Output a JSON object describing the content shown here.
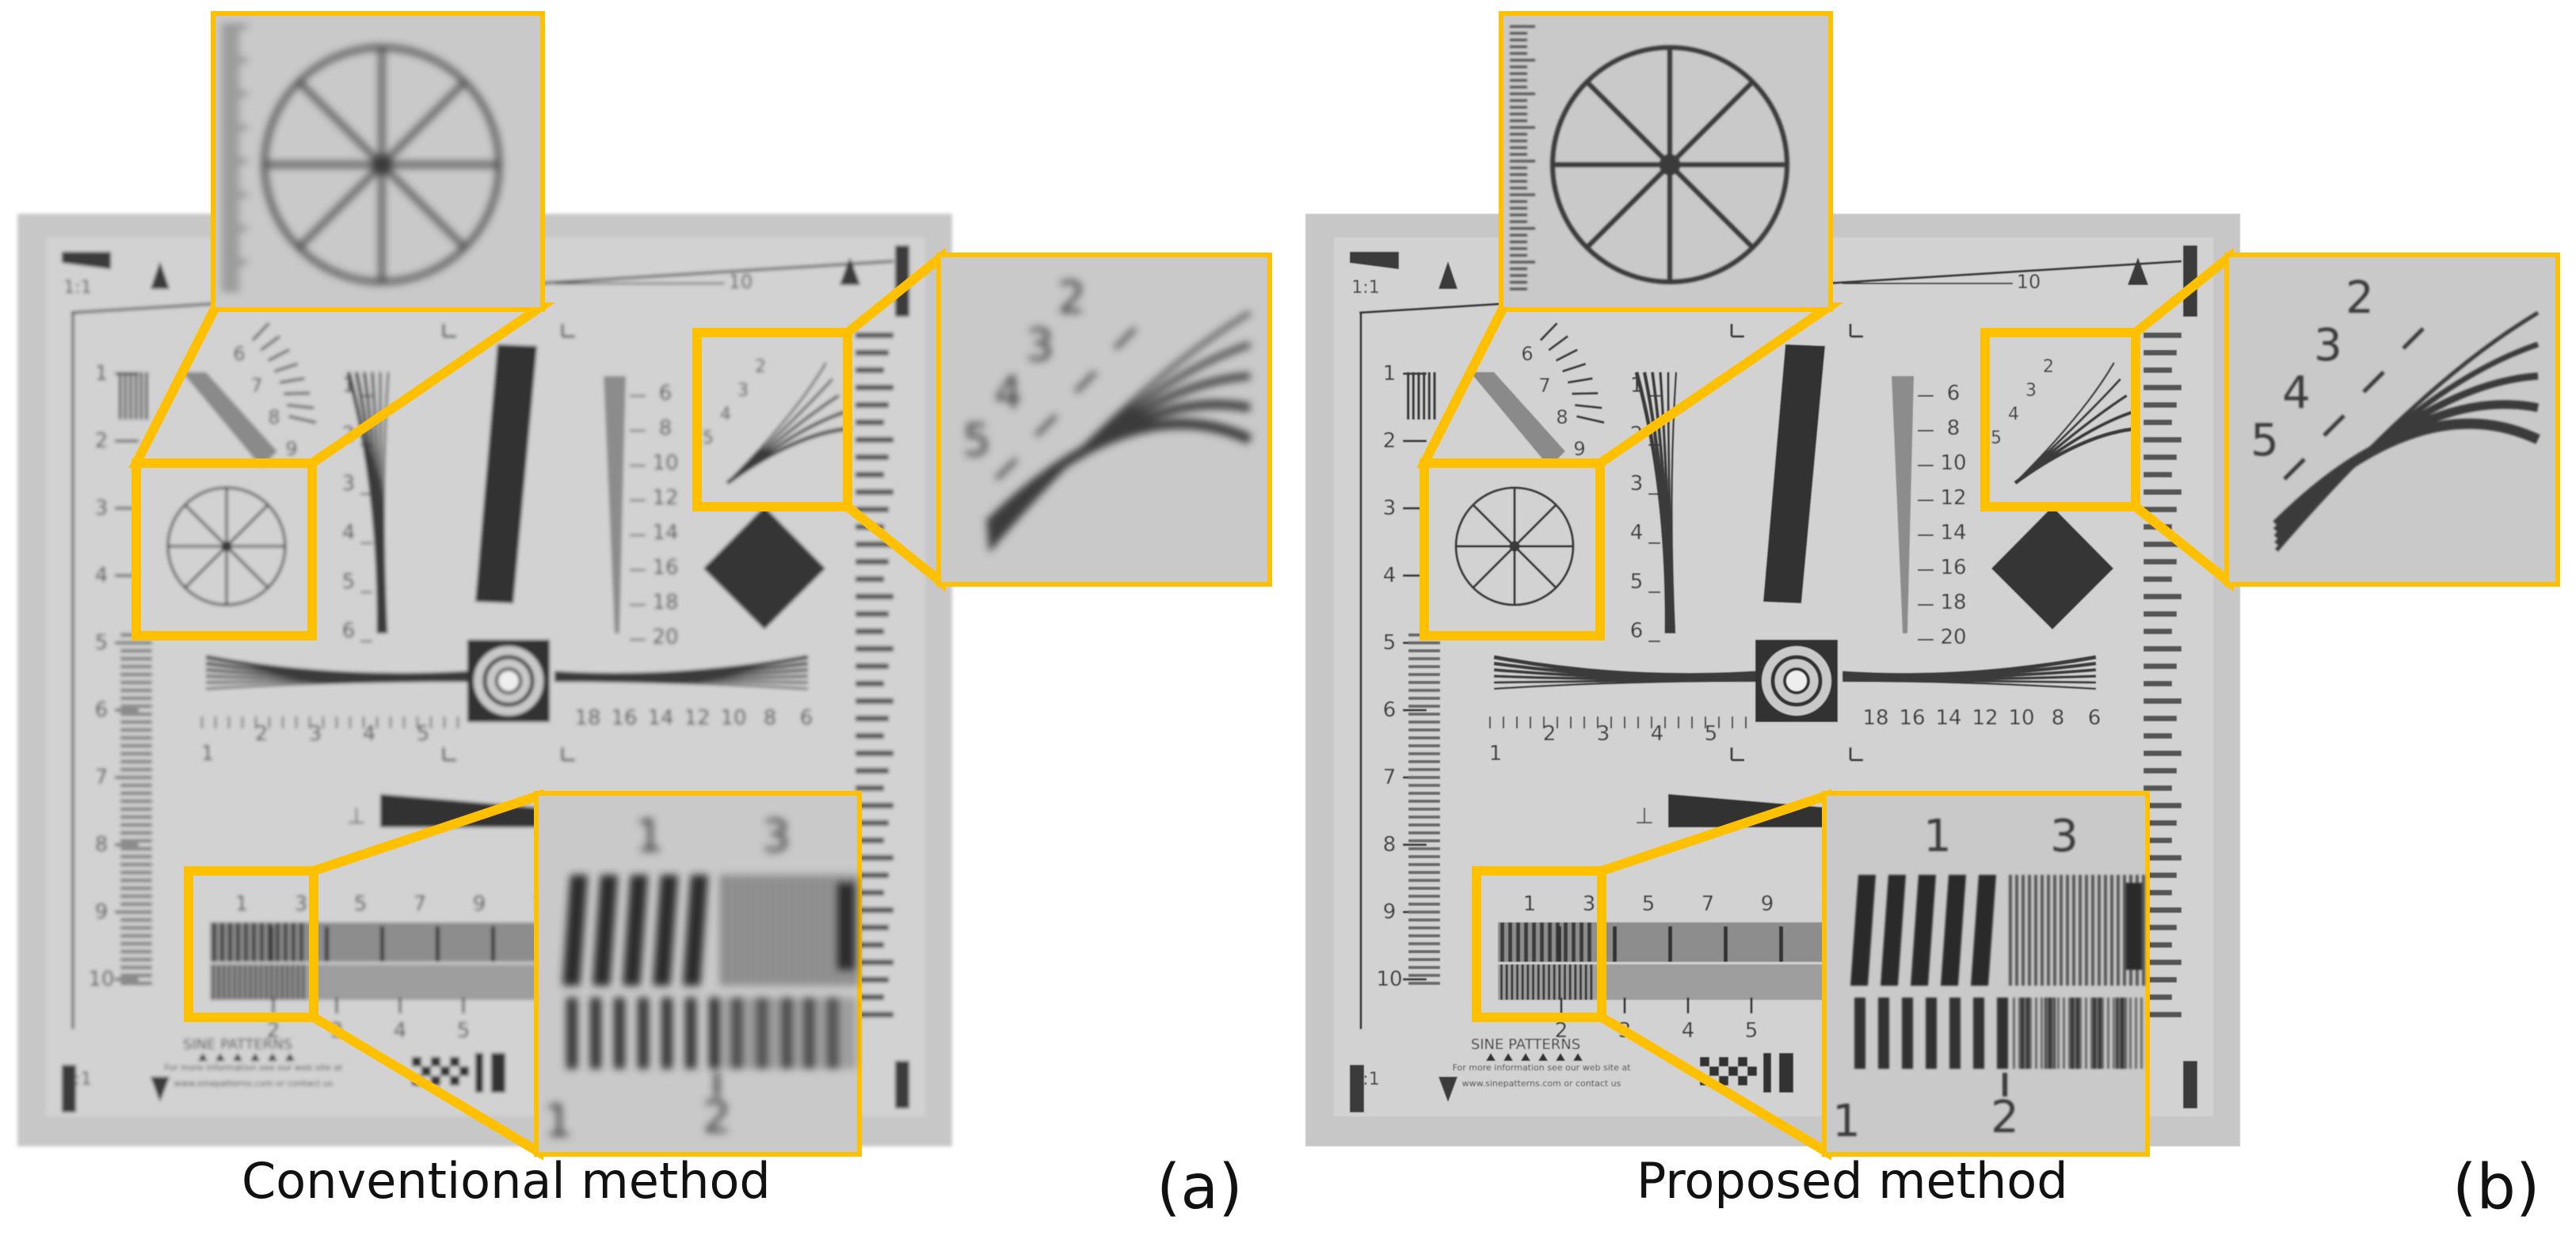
{
  "panels": [
    {
      "id": "a",
      "caption": "Conventional method",
      "letter": "(a)",
      "blur": 1
    },
    {
      "id": "b",
      "caption": "Proposed method",
      "letter": "(b)",
      "blur": 0
    }
  ],
  "chart_labels": {
    "ratio": "1:1",
    "top_scale": "10",
    "left_scale": [
      "1",
      "2",
      "3",
      "4",
      "5",
      "6",
      "7",
      "8",
      "9",
      "10"
    ],
    "fan_numbers": [
      "6",
      "7",
      "8",
      "9"
    ],
    "fan_small": [
      "2",
      "3",
      "4",
      "5"
    ],
    "left_tick_numbers": [
      "1",
      "2",
      "3",
      "4",
      "5",
      "6"
    ],
    "right_tick_numbers": [
      "6",
      "8",
      "10",
      "12",
      "14",
      "16",
      "18",
      "20"
    ],
    "h_left_numbers": [
      "1",
      "2",
      "3",
      "4",
      "5"
    ],
    "h_right_numbers": [
      "18",
      "16",
      "14",
      "12",
      "10",
      "8",
      "6"
    ],
    "bottom_row_numbers": [
      "1",
      "3",
      "5",
      "7",
      "9",
      "1"
    ],
    "bottom_row_numbers2": [
      "2",
      "3",
      "4",
      "5"
    ],
    "zoom_row_top": [
      "1",
      "3"
    ],
    "zoom_row_bottom": [
      "1",
      "2"
    ],
    "sine_text": "SINE PATTERNS",
    "fine_text_1": "For more information see our web site at",
    "fine_text_2": "www.sinepatterns.com or contact us"
  },
  "colors": {
    "highlight": "#FFC000",
    "chart_bg": "#d2d2d2",
    "card_bg": "#c7c7c7",
    "ink": "#3b3b3b"
  }
}
